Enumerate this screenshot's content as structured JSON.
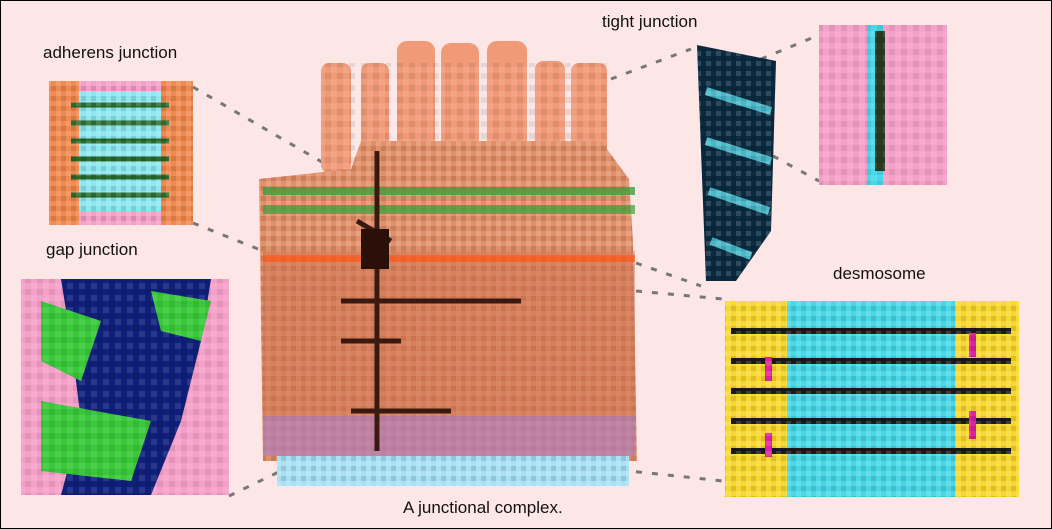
{
  "labels": {
    "adherens": "adherens junction",
    "gap": "gap junction",
    "tight": "tight junction",
    "desmosome": "desmosome"
  },
  "caption": "A junctional complex.",
  "colors": {
    "background": "#fde6e6",
    "cell_body": "#e2906a",
    "microvilli": "#f09a78",
    "membrane": "#3a1a10",
    "actin_band": "#3aa03a",
    "pink": "#f4a0c8",
    "cyan": "#4ad8e8",
    "navy": "#10207a",
    "green": "#3ac83a",
    "yellow": "#f8d830",
    "magenta": "#e020a0"
  }
}
